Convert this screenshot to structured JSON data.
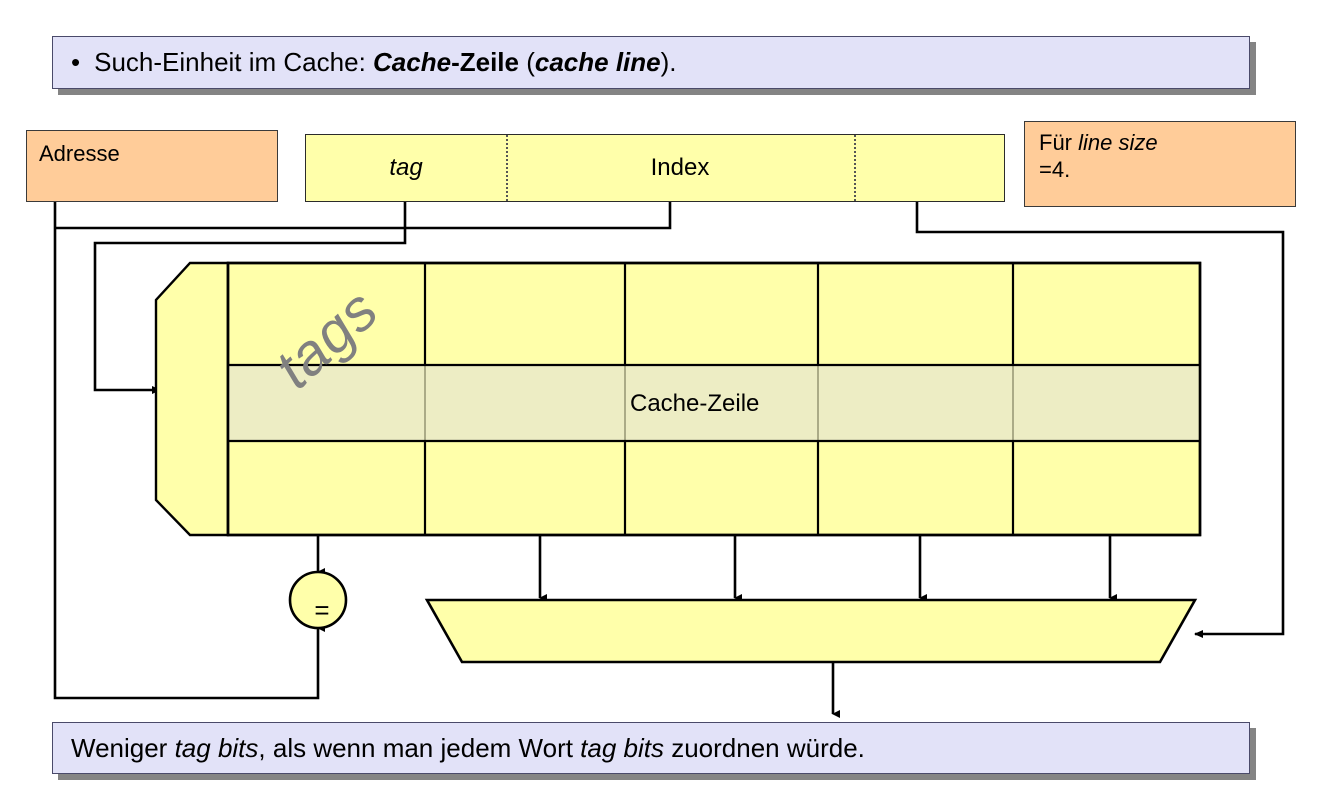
{
  "slide": {
    "title_banner": {
      "bullet": "•",
      "text_parts": [
        {
          "t": "Such-Einheit im Cache: ",
          "style": "normal"
        },
        {
          "t": "Cache",
          "style": "bold-italic"
        },
        {
          "t": "-Zeile",
          "style": "bold"
        },
        {
          "t": " (",
          "style": "normal"
        },
        {
          "t": "cache line",
          "style": "bold-italic"
        },
        {
          "t": ").",
          "style": "normal"
        }
      ],
      "plain": "• Such-Einheit im Cache: Cache-Zeile (cache line)."
    },
    "footer_banner": {
      "plain": "Weniger tag bits, als wenn man jedem Wort tag bits zuordnen würde.",
      "text_parts": [
        {
          "t": "Weniger ",
          "style": "normal"
        },
        {
          "t": "tag bits",
          "style": "italic"
        },
        {
          "t": ", als wenn man jedem Wort ",
          "style": "normal"
        },
        {
          "t": "tag bits",
          "style": "italic"
        },
        {
          "t": " zuordnen würde.",
          "style": "normal"
        }
      ]
    }
  },
  "labels": {
    "adresse": "Adresse",
    "line_size_note": {
      "prefix": "Für ",
      "italic": "line size",
      "suffix": "=4."
    },
    "tags": "tags",
    "cache_line": "Cache-Zeile",
    "comparator": "="
  },
  "address_field": {
    "segments": [
      {
        "name": "tag",
        "label": "tag",
        "style": "italic"
      },
      {
        "name": "index",
        "label": "Index",
        "style": "normal"
      },
      {
        "name": "offset",
        "label": "",
        "style": "normal"
      }
    ]
  },
  "cache_grid": {
    "columns": 5,
    "rows": 3,
    "highlighted_row_index": 1,
    "tag_column_index": 0,
    "data_columns": 4
  },
  "colors": {
    "yellow": "#FFFFAA",
    "yellow_highlight": "#EDEDC4",
    "orange": "#FFCC99",
    "banner_lavender": "#E2E2F8",
    "outline": "#2b2b2b",
    "tags_text": "#808080",
    "shadow": "#6e6e6e"
  }
}
